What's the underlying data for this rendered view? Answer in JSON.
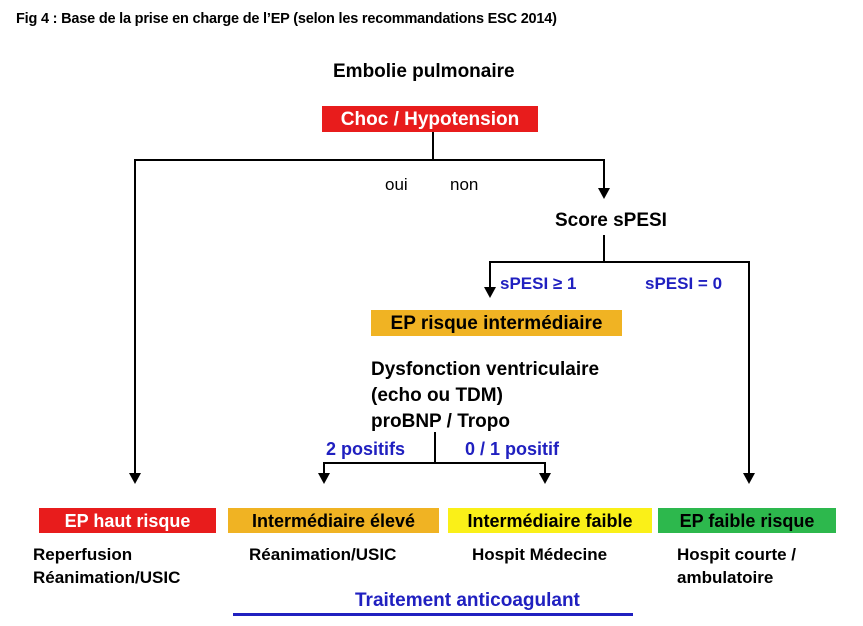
{
  "figure": {
    "title": "Fig 4 : Base de la prise en charge de l’EP (selon les recommandations ESC 2014)"
  },
  "colors": {
    "red": "#E81C1C",
    "amber": "#F0B323",
    "yellow": "#FAF018",
    "green": "#2DB84D",
    "blue_text": "#2020C0",
    "black": "#000000",
    "white": "#FFFFFF"
  },
  "nodes": {
    "root": "Embolie pulmonaire",
    "shock": "Choc / Hypotension",
    "spesi": "Score sPESI",
    "intermediate": "EP risque intermédiaire",
    "assessment": [
      "Dysfonction ventriculaire",
      "(echo ou TDM)",
      "proBNP / Tropo"
    ]
  },
  "edge_labels": {
    "oui": "oui",
    "non": "non",
    "spesi_high": "sPESI ≥ 1",
    "spesi_zero": "sPESI = 0",
    "two_positive": "2 positifs",
    "zero_one_positive": "0 / 1 positif"
  },
  "outcomes": [
    {
      "badge": "EP haut risque",
      "badge_color": "#E81C1C",
      "badge_text_color": "#FFFFFF",
      "caption": [
        "Reperfusion",
        "Réanimation/USIC"
      ]
    },
    {
      "badge": "Intermédiaire élevé",
      "badge_color": "#F0B323",
      "badge_text_color": "#000000",
      "caption": [
        "Réanimation/USIC"
      ]
    },
    {
      "badge": "Intermédiaire faible",
      "badge_color": "#FAF018",
      "badge_text_color": "#000000",
      "caption": [
        "Hospit Médecine"
      ]
    },
    {
      "badge": "EP faible risque",
      "badge_color": "#2DB84D",
      "badge_text_color": "#000000",
      "caption": [
        "Hospit courte /",
        "ambulatoire"
      ]
    }
  ],
  "footer": {
    "treatment": "Traitement anticoagulant"
  }
}
